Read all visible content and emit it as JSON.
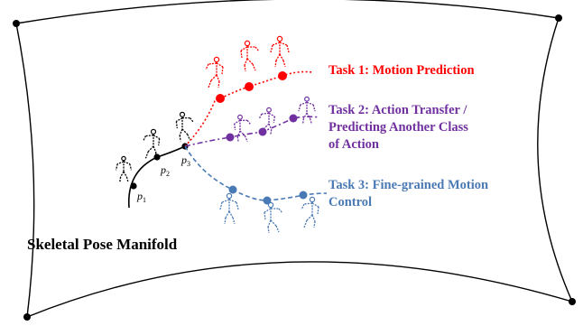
{
  "manifold": {
    "label": "Skeletal Pose Manifold"
  },
  "points": [
    {
      "name": "p",
      "sub": "1"
    },
    {
      "name": "p",
      "sub": "2"
    },
    {
      "name": "p",
      "sub": "3"
    }
  ],
  "tasks": [
    {
      "lines": [
        "Task 1: Motion Prediction"
      ],
      "color": "#ff0000"
    },
    {
      "lines": [
        "Task 2: Action Transfer /",
        "Predicting Another Class",
        "of Action"
      ],
      "color": "#7030a0"
    },
    {
      "lines": [
        "Task 3: Fine-grained Motion",
        "Control"
      ],
      "color": "#4a7ab5"
    }
  ],
  "colors": {
    "history": "#000000",
    "task1": "#ff0000",
    "task2": "#7030a0",
    "task3": "#4a7ab5"
  },
  "icons": [
    "skeleton-figure-icon",
    "corner-dot-icon",
    "trajectory-point-icon"
  ]
}
